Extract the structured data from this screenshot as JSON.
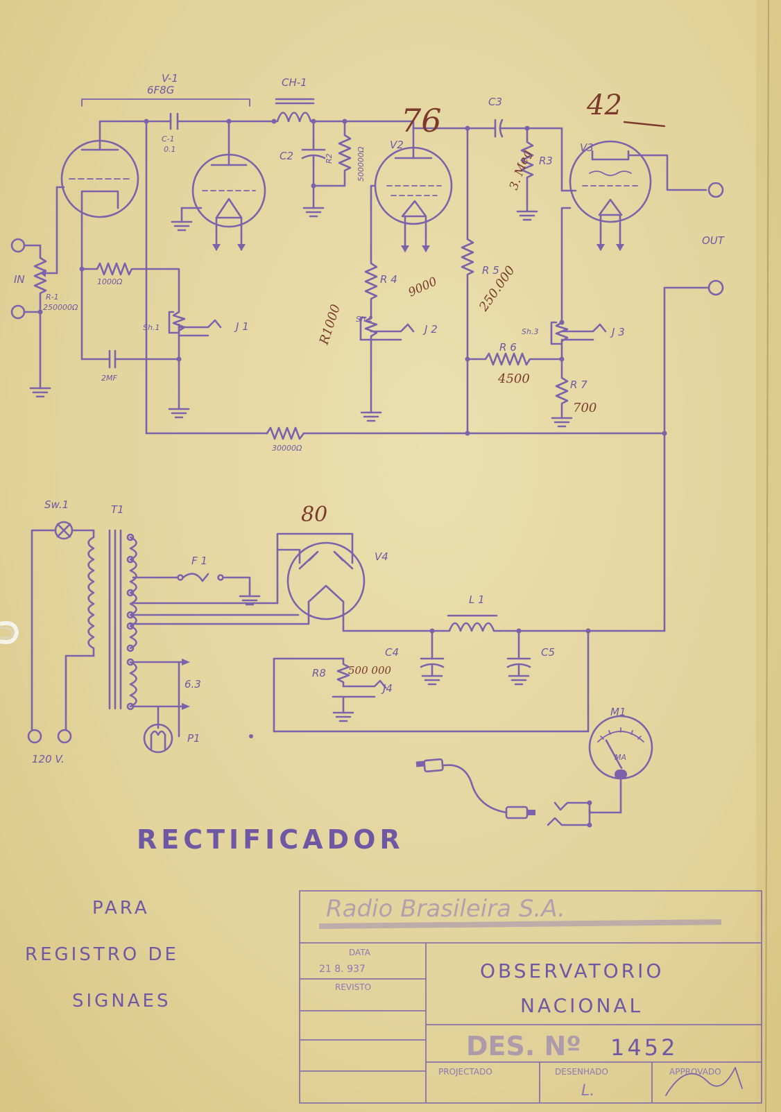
{
  "labels": {
    "v1": "V-1",
    "v1_type": "6F8G",
    "ch1": "CH-1",
    "c1": "C-1",
    "c1_val": "0.1",
    "c2": "C2",
    "r2": "R2",
    "r2_val": "500000Ω",
    "v2": "V2",
    "c3": "C3",
    "r3": "R3",
    "v3": "V3",
    "in": "IN",
    "out": "OUT",
    "r1": "R-1",
    "r1_val": "250000Ω",
    "r_1000": "1000Ω",
    "sh1": "Sh.1",
    "j1": "J 1",
    "cap_2mf": "2MF",
    "r4": "R 4",
    "r5": "R 5",
    "j2": "J 2",
    "sh2": "Sh.2",
    "sh3": "Sh.3",
    "j3": "J 3",
    "r6": "R 6",
    "r7": "R 7",
    "r_30000": "30000Ω",
    "sw1": "Sw.1",
    "t1": "T1",
    "f1": "F 1",
    "v4": "V4",
    "l1": "L 1",
    "c4": "C4",
    "c5": "C5",
    "r8": "R8",
    "j4": "J4",
    "v63": "6.3",
    "p1": "P1",
    "v120": "120 V.",
    "m1": "M1",
    "ma": "MA"
  },
  "handwritten": {
    "v2_tube": "76",
    "v3_tube": "42",
    "r3_val": "3. Meg",
    "r4_val": "9000",
    "r5_val": "250.000",
    "r_sh2": "R1000",
    "r6_val": "4500",
    "r7_val": "700",
    "v4_tube": "80",
    "r8_val": "500 000"
  },
  "title": {
    "main": "RECTIFICADOR",
    "line1": "PARA",
    "line2": "REGISTRO DE",
    "line3": "SIGNAES"
  },
  "title_block": {
    "company": "Radio Brasileira S.A.",
    "data_label": "DATA",
    "data_value": "21 8. 937",
    "revisto_label": "REVISTO",
    "org_line1": "OBSERVATORIO",
    "org_line2": "NACIONAL",
    "des_label": "DES. Nº",
    "des_number": "1452",
    "projectado": "PROJECTADO",
    "desenhado": "DESENHADO",
    "desenhado_sig": "L.",
    "approvado": "APPROVADO"
  },
  "colors": {
    "ink": "#7b63ab",
    "pencil": "#7a3a2c",
    "paper": "#e6d9a4"
  }
}
